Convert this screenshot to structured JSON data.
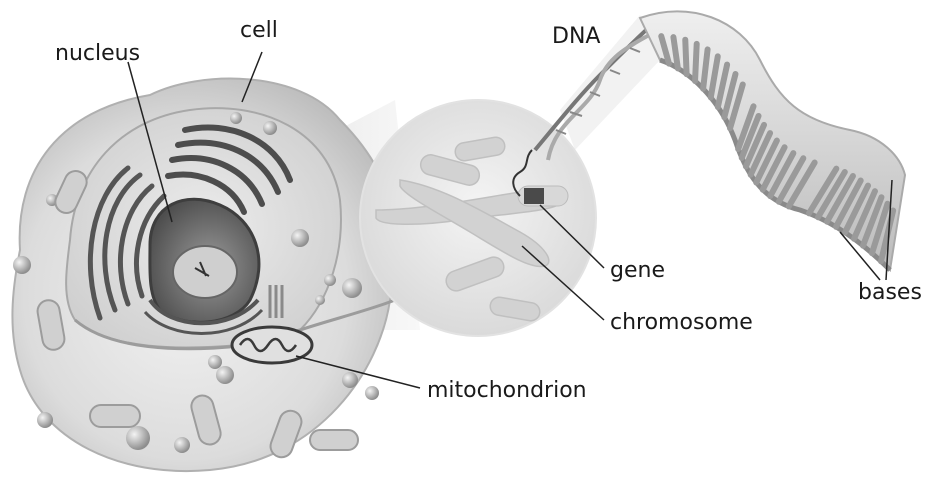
{
  "labels": {
    "cell": "cell",
    "nucleus": "nucleus",
    "dna": "DNA",
    "gene": "gene",
    "chromosome": "chromosome",
    "bases": "bases",
    "mitochondrion": "mitochondrion"
  },
  "colors": {
    "cytoplasm": "#dedede",
    "membrane": "#c9c9c9",
    "organelle_dark": "#5a5a5a",
    "nucleus": "#707070",
    "magnifier": "#e9e9e9",
    "chromosome": "#cfcfcf",
    "gene_band": "#4a4a4a",
    "dna_ribbon": "#d8d8d8",
    "dna_base": "#9a9a9a",
    "leader_line": "#222222"
  }
}
